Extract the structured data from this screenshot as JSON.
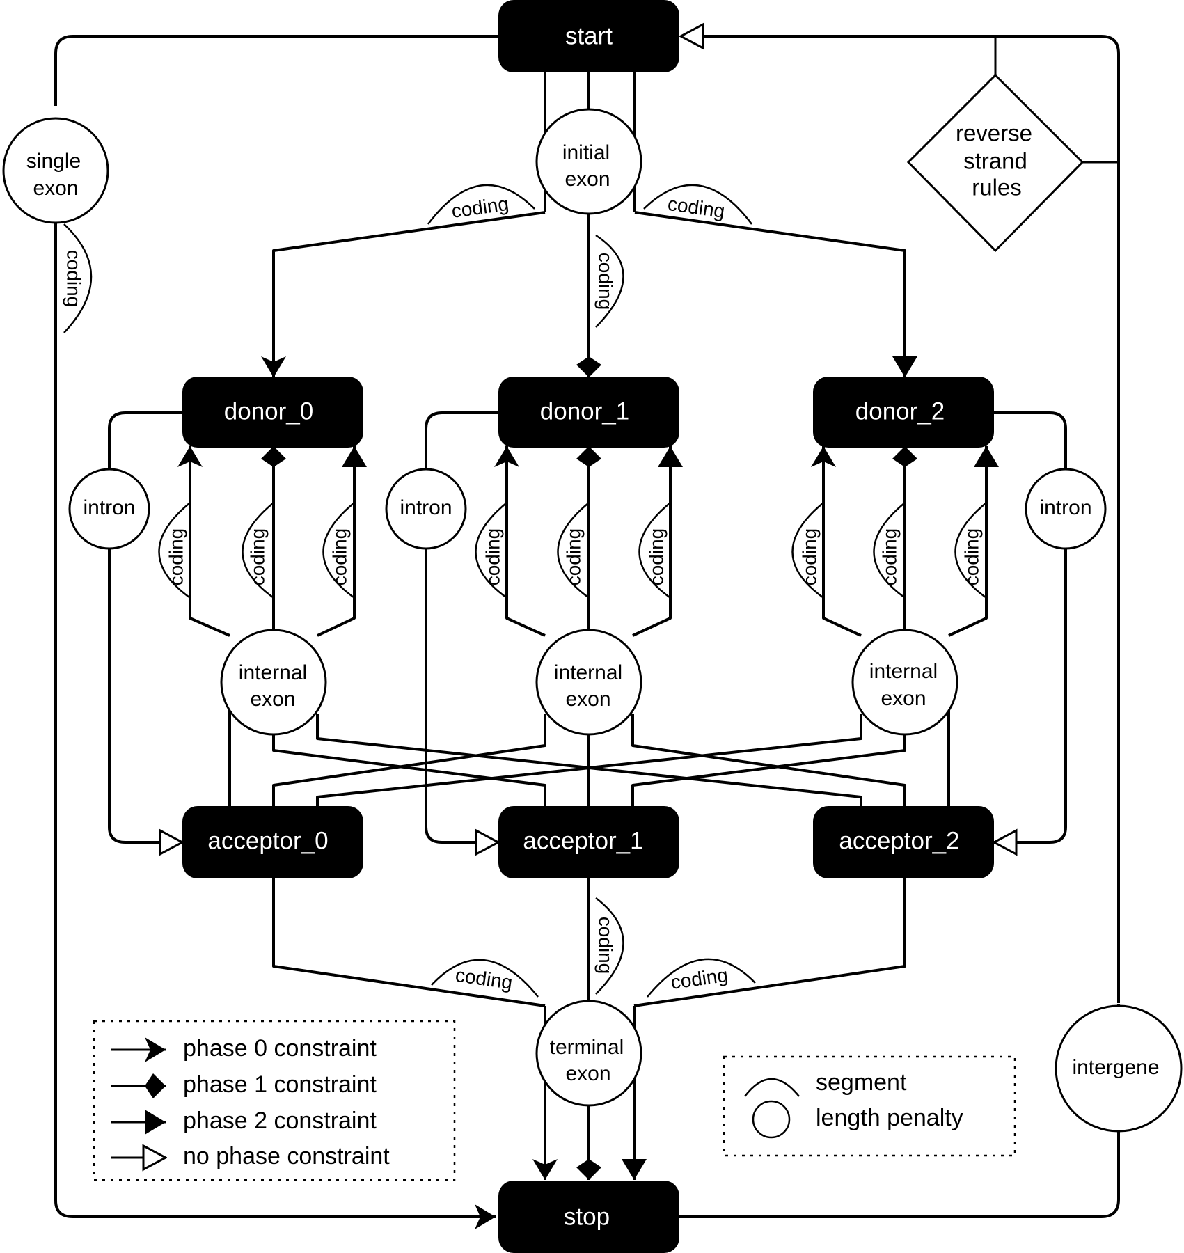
{
  "nodes": {
    "start": "start",
    "stop": "stop",
    "donor_0": "donor_0",
    "donor_1": "donor_1",
    "donor_2": "donor_2",
    "acceptor_0": "acceptor_0",
    "acceptor_1": "acceptor_1",
    "acceptor_2": "acceptor_2"
  },
  "states": {
    "initial_exon": [
      "initial",
      "exon"
    ],
    "single_exon": [
      "single",
      "exon"
    ],
    "internal_exon": [
      "internal",
      "exon"
    ],
    "terminal_exon": [
      "terminal",
      "exon"
    ],
    "intron": "intron",
    "intergene": "intergene"
  },
  "rule_box": [
    "reverse",
    "strand",
    "rules"
  ],
  "segment_label": "coding",
  "legend_phase": [
    {
      "marker": "phase-0-arrow",
      "label": "phase 0 constraint"
    },
    {
      "marker": "phase-1-arrow",
      "label": "phase 1 constraint"
    },
    {
      "marker": "phase-2-arrow",
      "label": "phase 2 constraint"
    },
    {
      "marker": "open-arrow",
      "label": "no phase constraint"
    }
  ],
  "legend_symbols": [
    {
      "symbol": "arc",
      "label": "segment"
    },
    {
      "symbol": "circle",
      "label": "length penalty"
    }
  ]
}
